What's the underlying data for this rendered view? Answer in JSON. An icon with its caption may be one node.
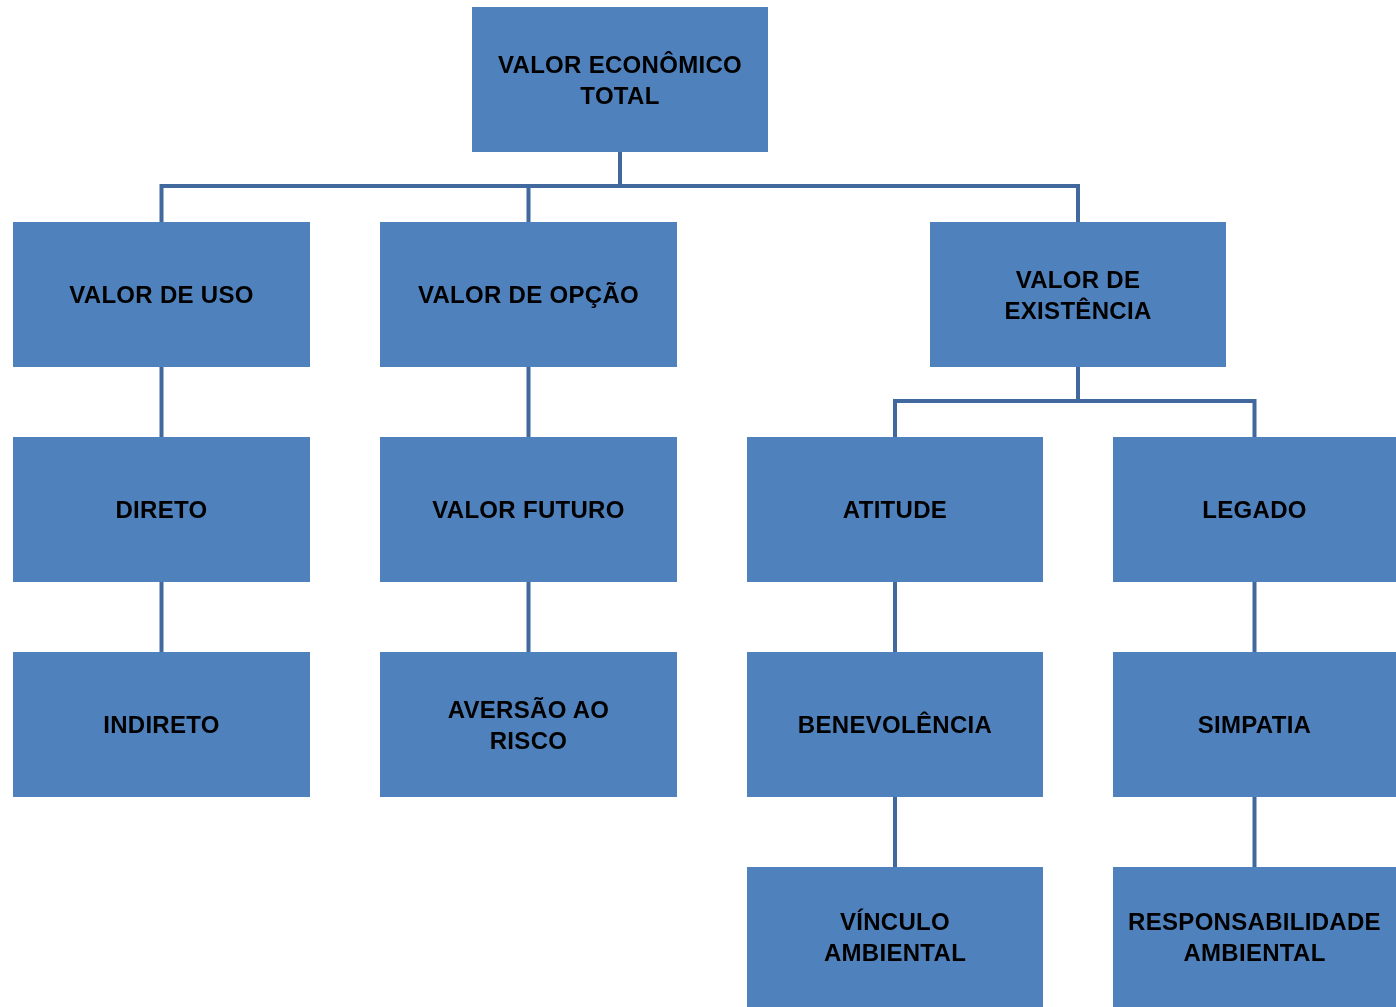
{
  "diagram": {
    "nodes": [
      {
        "text": [
          "VALOR ECONÔMICO TOTAL"
        ]
      },
      {
        "text": [
          "VALOR DE USO"
        ]
      },
      {
        "text": [
          "VALOR DE OPÇÃO"
        ]
      },
      {
        "text": [
          "VALOR DE EXISTÊNCIA"
        ]
      },
      {
        "text": [
          "DIRETO"
        ]
      },
      {
        "text": [
          "VALOR FUTURO"
        ]
      },
      {
        "text": [
          "ATITUDE"
        ]
      },
      {
        "text": [
          "LEGADO"
        ]
      },
      {
        "text": [
          "INDIRETO"
        ]
      },
      {
        "text": [
          "AVERSÃO AO RISCO"
        ]
      },
      {
        "text": [
          "BENEVOLÊNCIA"
        ]
      },
      {
        "text": [
          "SIMPATIA"
        ]
      },
      {
        "text": [
          "VÍNCULO AMBIENTAL"
        ]
      },
      {
        "text": [
          "RESPONSABILIDADE AMBIENTAL"
        ]
      }
    ],
    "edges": [
      {
        "from": 0,
        "to": 1,
        "arrow": "none"
      },
      {
        "from": 0,
        "to": 2,
        "arrow": "none"
      },
      {
        "from": 0,
        "to": 3,
        "arrow": "none"
      },
      {
        "from": 1,
        "to": 4,
        "arrow": "none"
      },
      {
        "from": 4,
        "to": 8,
        "arrow": "none"
      },
      {
        "from": 2,
        "to": 5,
        "arrow": "none"
      },
      {
        "from": 5,
        "to": 9,
        "arrow": "none"
      },
      {
        "from": 3,
        "to": 6,
        "arrow": "none"
      },
      {
        "from": 3,
        "to": 7,
        "arrow": "none"
      },
      {
        "from": 6,
        "to": 10,
        "arrow": "none"
      },
      {
        "from": 10,
        "to": 12,
        "arrow": "none"
      },
      {
        "from": 7,
        "to": 11,
        "arrow": "none"
      },
      {
        "from": 11,
        "to": 13,
        "arrow": "none"
      }
    ]
  }
}
